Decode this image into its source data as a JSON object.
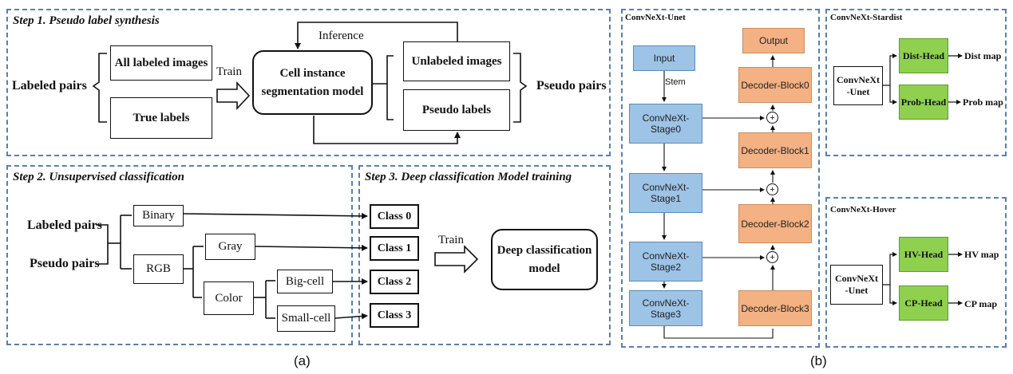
{
  "step1": {
    "title": "Step 1. Pseudo label synthesis",
    "labeled_pairs": "Labeled pairs",
    "all_labeled_images": "All labeled images",
    "true_labels": "True labels",
    "train": "Train",
    "inference": "Inference",
    "model_line1": "Cell instance",
    "model_line2": "segmentation model",
    "unlabeled_images": "Unlabeled images",
    "pseudo_labels": "Pseudo labels",
    "pseudo_pairs": "Pseudo pairs"
  },
  "step2": {
    "title": "Step 2. Unsupervised classification",
    "labeled_pairs": "Labeled pairs",
    "pseudo_pairs": "Pseudo pairs",
    "binary": "Binary",
    "rgb": "RGB",
    "gray": "Gray",
    "color": "Color",
    "big_cell": "Big-cell",
    "small_cell": "Small-cell"
  },
  "step3": {
    "title": "Step 3. Deep classification Model training",
    "classes": [
      "Class 0",
      "Class 1",
      "Class 2",
      "Class 3"
    ],
    "train": "Train",
    "model_line1": "Deep classification",
    "model_line2": "model"
  },
  "unet": {
    "title": "ConvNeXt-Unet",
    "input": "Input",
    "stem": "Stem",
    "output": "Output",
    "stages": [
      "ConvNeXt-Stage0",
      "ConvNeXt-Stage1",
      "ConvNeXt-Stage2",
      "ConvNeXt-Stage3"
    ],
    "decoders": [
      "Decoder-Block0",
      "Decoder-Block1",
      "Decoder-Block2",
      "Decoder-Block3"
    ],
    "plus": "+"
  },
  "stardist": {
    "title": "ConvNeXt-Stardist",
    "backbone_line1": "ConvNeXt",
    "backbone_line2": "-Unet",
    "dist_head": "Dist-Head",
    "prob_head": "Prob-Head",
    "dist_map": "Dist map",
    "prob_map": "Prob map"
  },
  "hover": {
    "title": "ConvNeXt-Hover",
    "backbone_line1": "ConvNeXt",
    "backbone_line2": "-Unet",
    "hv_head": "HV-Head",
    "cp_head": "CP-Head",
    "hv_map": "HV map",
    "cp_map": "CP map"
  },
  "captions": {
    "a": "(a)",
    "b": "(b)"
  },
  "colors": {
    "border": "#5b7fa6",
    "blue": "#9dc3e6",
    "orange": "#f4b183",
    "green": "#8fd14f"
  }
}
